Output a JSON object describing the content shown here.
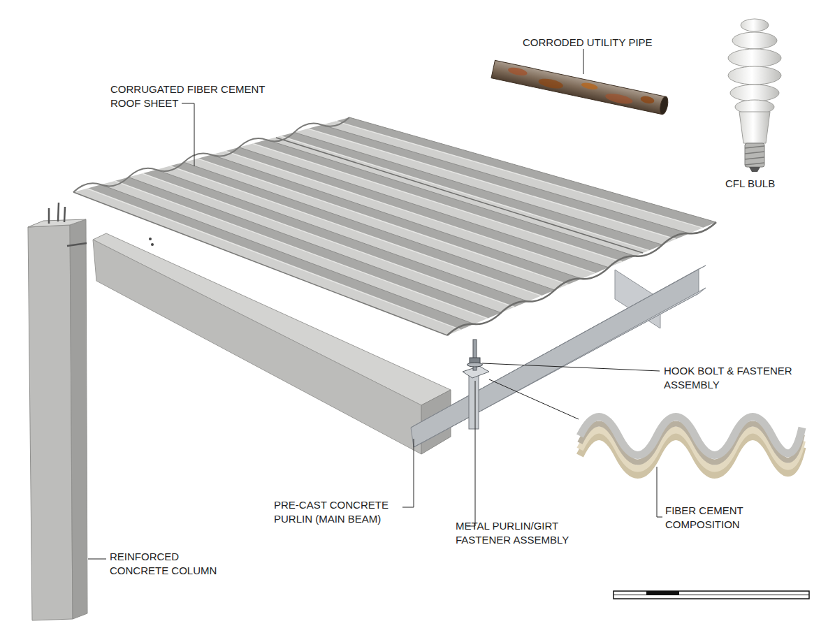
{
  "diagram": {
    "labels": [
      "CORRUGATED FIBER CEMENT ROOF SHEET",
      "CORRODED UTILITY PIPE",
      "CFL BULB",
      "HOOK BOLT & FASTENER ASSEMBLY",
      "FIBER CEMENT COMPOSITION",
      "PRE-CAST CONCRETE PURLIN (MAIN BEAM)",
      "METAL PURLIN/GIRT FASTENER ASSEMBLY",
      "REINFORCED CONCRETE COLUMN"
    ]
  }
}
